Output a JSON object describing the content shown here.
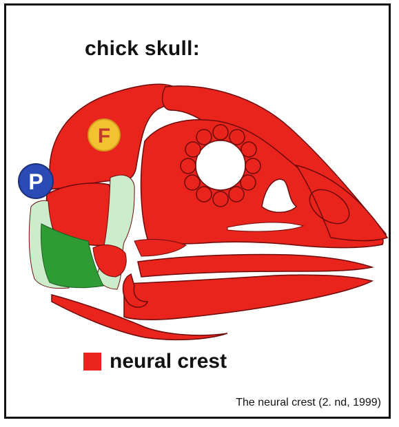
{
  "title": "chick skull:",
  "legend": {
    "label": "neural crest",
    "color": "#e8241c"
  },
  "citation": "The neural crest (2. nd, 1999)",
  "markers": [
    {
      "letter": "F",
      "fill": "#f2c230",
      "text_color": "#c0392b"
    },
    {
      "letter": "P",
      "fill": "#2a4bb5",
      "text_color": "#ffffff"
    }
  ],
  "colors": {
    "neural_crest": "#e8241c",
    "mesoderm_light": "#cdeccb",
    "mesoderm_dark": "#2f9b35",
    "outline": "#6d0a0a"
  }
}
